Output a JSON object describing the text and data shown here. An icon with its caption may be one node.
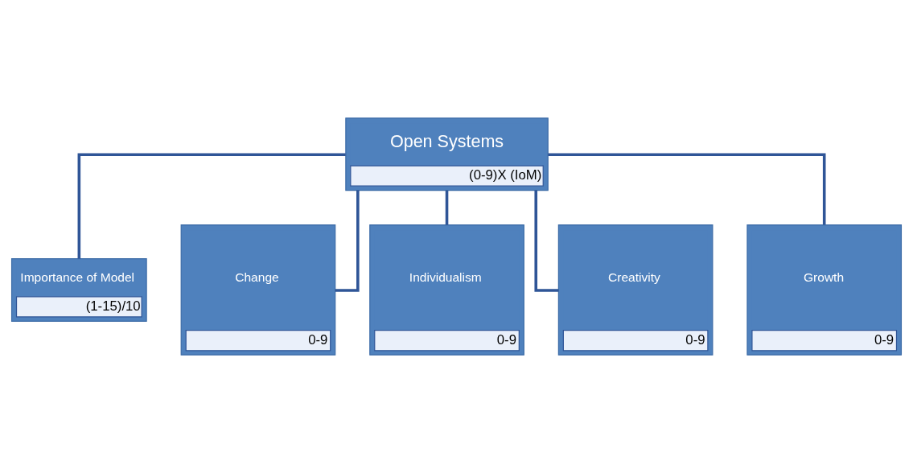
{
  "diagram": {
    "nodes": [
      {
        "text": [
          "Open Systems",
          "(0-9)X (IoM)"
        ]
      },
      {
        "text": [
          "Importance of Model",
          "(1-15)/10"
        ]
      },
      {
        "text": [
          "Change",
          "0-9"
        ]
      },
      {
        "text": [
          "Individualism",
          "0-9"
        ]
      },
      {
        "text": [
          "Creativity",
          "0-9"
        ]
      },
      {
        "text": [
          "Growth",
          "0-9"
        ]
      }
    ],
    "edges": [
      {
        "from": 0,
        "to": 1,
        "arrow": "none"
      },
      {
        "from": 0,
        "to": 2,
        "arrow": "none"
      },
      {
        "from": 0,
        "to": 3,
        "arrow": "none"
      },
      {
        "from": 0,
        "to": 4,
        "arrow": "none"
      },
      {
        "from": 0,
        "to": 5,
        "arrow": "none"
      }
    ]
  }
}
